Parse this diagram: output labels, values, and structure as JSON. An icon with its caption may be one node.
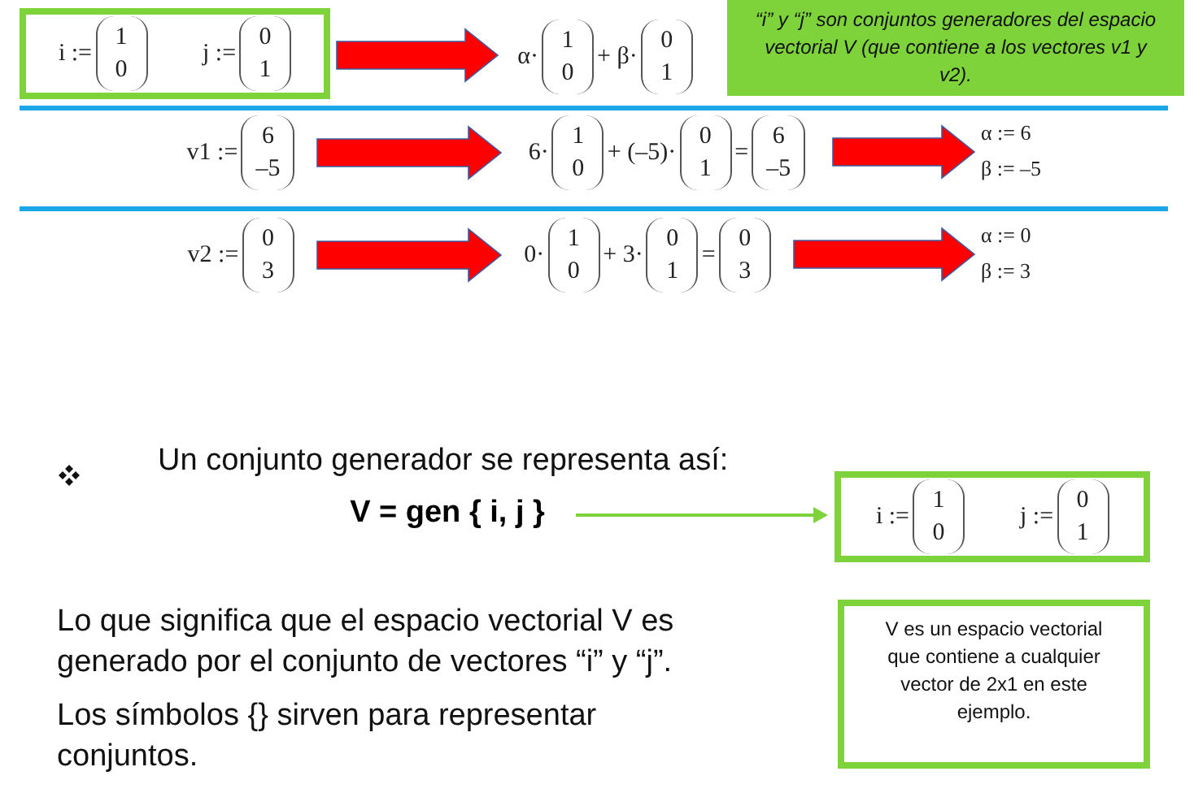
{
  "diagram": {
    "nodes": [
      {
        "text": [
          "i :=",
          "1",
          "0",
          "j :=",
          "0",
          "1"
        ]
      },
      {
        "text": [
          "α·",
          "1",
          "0",
          "+ β·",
          "0",
          "1"
        ]
      },
      {
        "text": [
          "“i” y “j” son conjuntos generadores del espacio vectorial V (que contiene a los vectores v1 y v2)."
        ]
      },
      {
        "text": [
          "v1 :=",
          "6",
          "–5"
        ]
      },
      {
        "text": [
          "6·",
          "1",
          "0",
          "+ (–5)·",
          "0",
          "1",
          "=",
          "6",
          "–5"
        ]
      },
      {
        "text": [
          "α := 6",
          "β := –5"
        ]
      },
      {
        "text": [
          "v2 :=",
          "0",
          "3"
        ]
      },
      {
        "text": [
          "0·",
          "1",
          "0",
          "+ 3·",
          "0",
          "1",
          "=",
          "0",
          "3"
        ]
      },
      {
        "text": [
          "α := 0",
          "β := 3"
        ]
      },
      {
        "text": [
          "V = gen { i, j }"
        ]
      },
      {
        "text": [
          "i :=",
          "1",
          "0",
          "j :=",
          "0",
          "1"
        ]
      },
      {
        "text": [
          "V es un espacio vectorial que contiene a cualquier vector de 2x1 en este ejemplo."
        ]
      }
    ],
    "edges": [
      {
        "from": 0,
        "to": 1,
        "arrow": "to",
        "style": "thick"
      },
      {
        "from": 3,
        "to": 4,
        "arrow": "to",
        "style": "thick"
      },
      {
        "from": 4,
        "to": 5,
        "arrow": "to",
        "style": "thick"
      },
      {
        "from": 6,
        "to": 7,
        "arrow": "to",
        "style": "thick"
      },
      {
        "from": 7,
        "to": 8,
        "arrow": "to",
        "style": "thick"
      },
      {
        "from": 9,
        "to": 10,
        "arrow": "to",
        "color": "#7ed33b"
      }
    ],
    "labels": [
      "Un conjunto generador se representa así:",
      "Lo que significa que el espacio vectorial V es generado por el conjunto de vectores “i” y “j”.",
      "Los símbolos {} sirven para representar conjuntos."
    ]
  }
}
